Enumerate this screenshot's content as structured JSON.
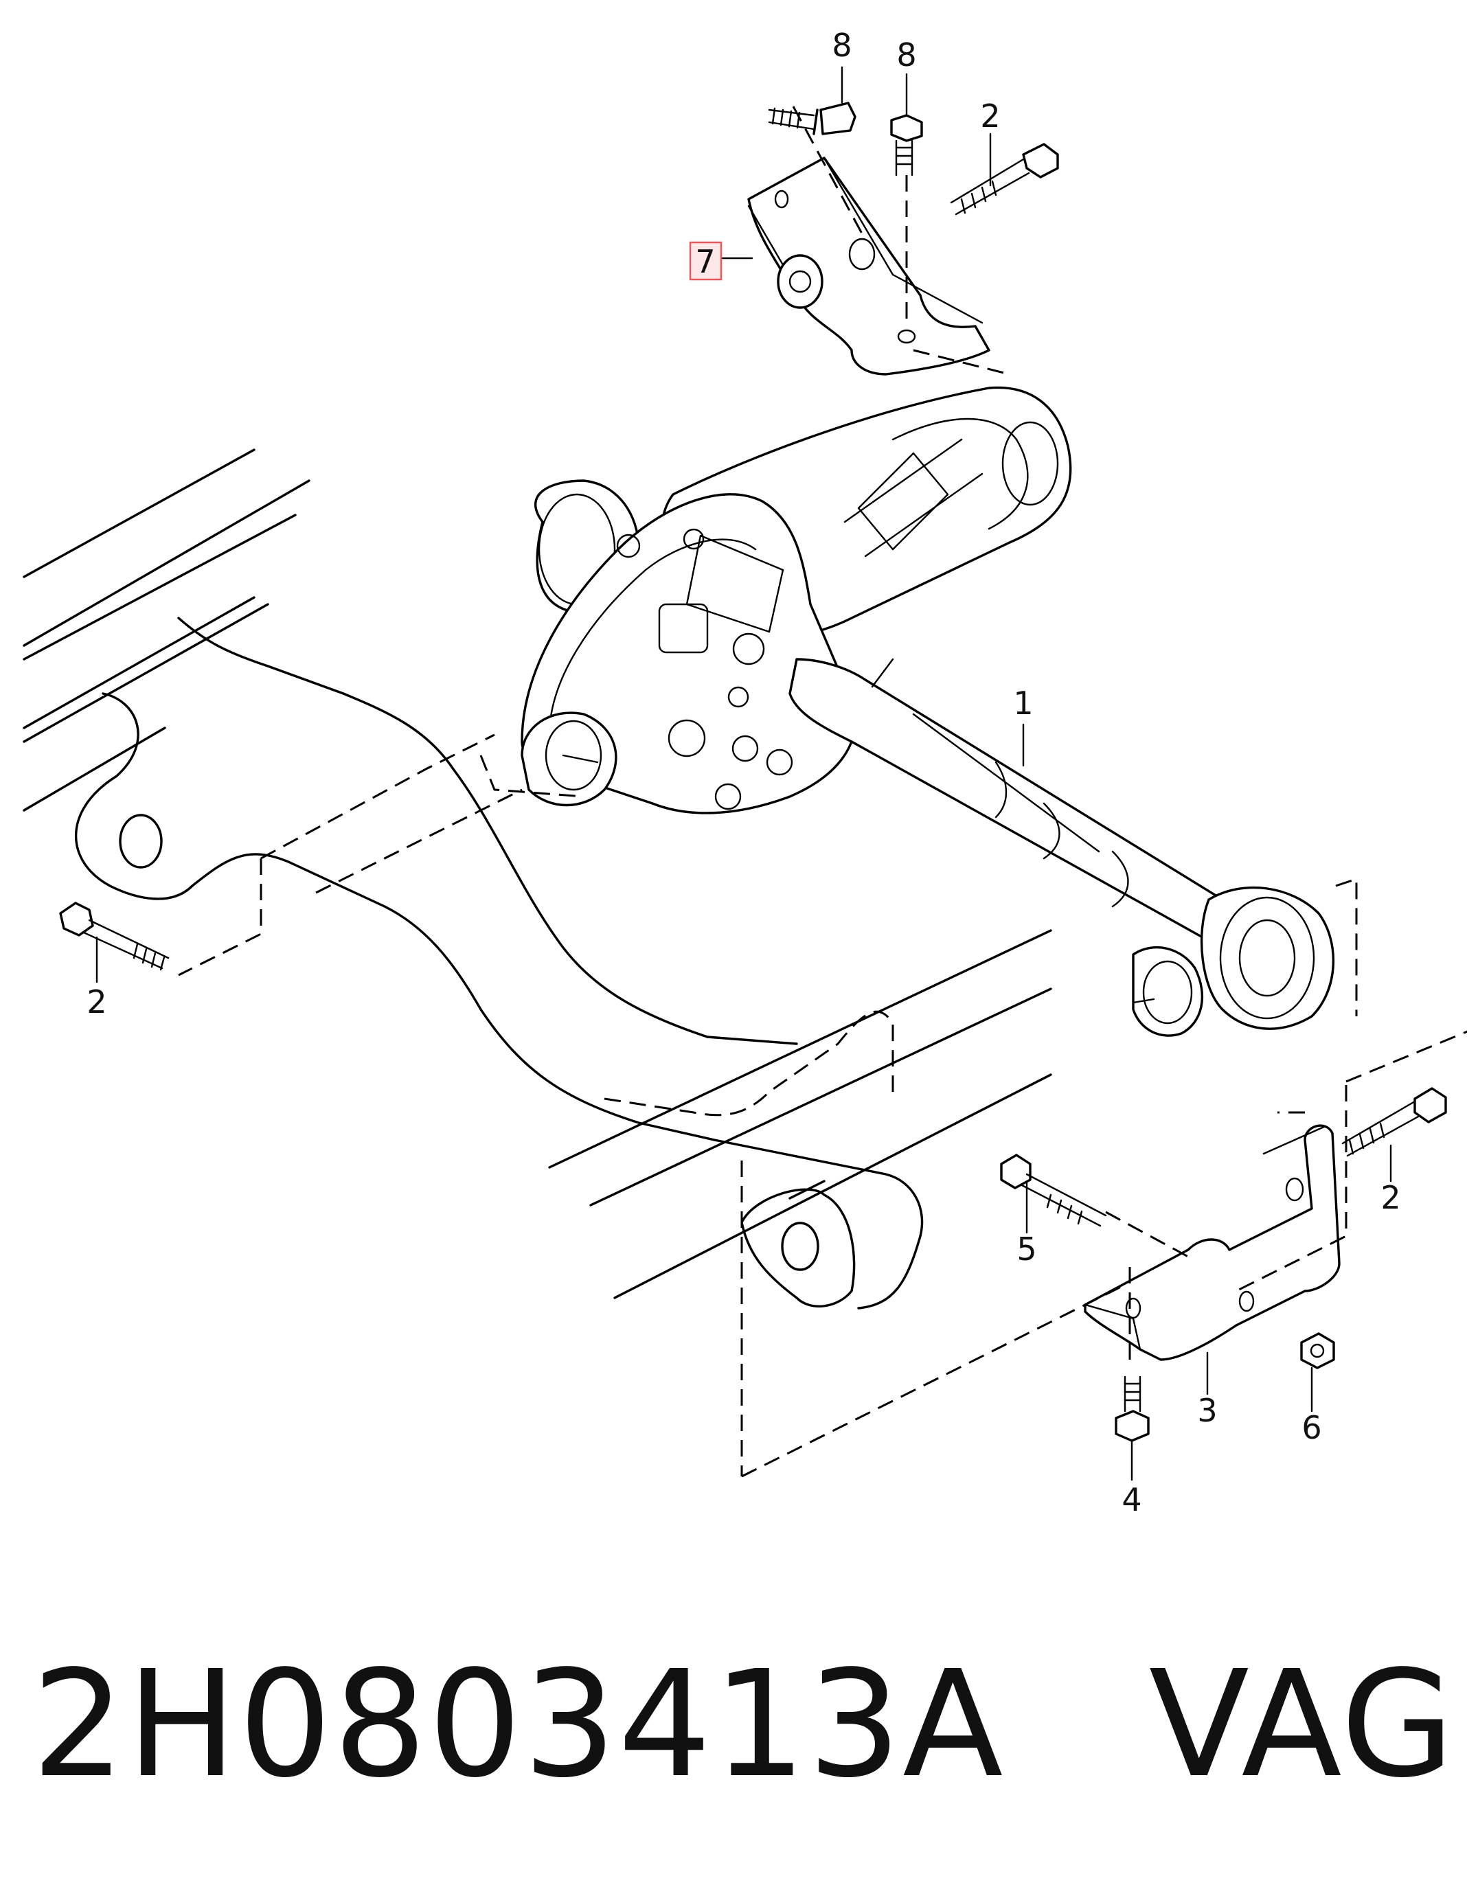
{
  "callouts": {
    "c1": "1",
    "c2a": "2",
    "c2b": "2",
    "c2c": "2",
    "c3": "3",
    "c4": "4",
    "c5": "5",
    "c6": "6",
    "c7": "7",
    "c8a": "8",
    "c8b": "8"
  },
  "highlighted_callout": "7",
  "highlight_color": "#e8585f",
  "caption": {
    "part_number": "2H0803413A",
    "brand": "VAG"
  }
}
